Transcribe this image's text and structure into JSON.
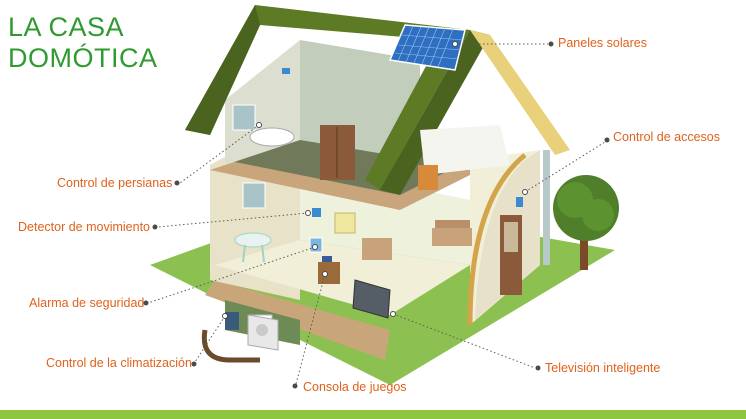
{
  "title": {
    "line1": "LA CASA",
    "line2": "DOMÓTICA"
  },
  "labels": {
    "paneles_solares": "Paneles solares",
    "control_accesos": "Control de accesos",
    "control_persianas": "Control de persianas",
    "detector_movimiento": "Detector de movimiento",
    "alarma_seguridad": "Alarma de seguridad",
    "control_climatizacion": "Control de la climatización",
    "consola_juegos": "Consola de juegos",
    "television_inteligente": "Televisión inteligente"
  },
  "colors": {
    "title": "#2f9a2f",
    "label": "#e0621c",
    "roof": "#5d7a24",
    "grass": "#8cc152",
    "accent_bar": "#8dc63f"
  }
}
